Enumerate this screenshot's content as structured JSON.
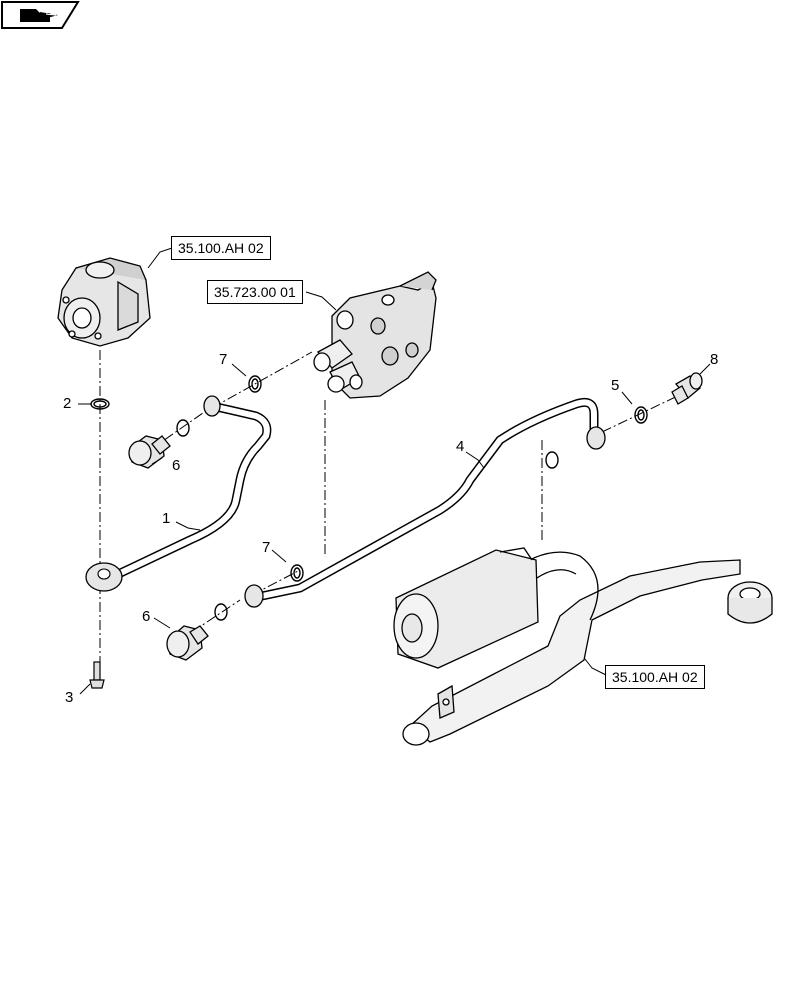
{
  "nav_tab_icon": "forward-arrow-folder-icon",
  "reference_labels": {
    "pump_ref": "35.100.AH 02",
    "valve_ref": "35.723.00 01",
    "filter_ref": "35.100.AH 02"
  },
  "callouts": {
    "c1": "1",
    "c2": "2",
    "c3": "3",
    "c4": "4",
    "c5": "5",
    "c6a": "6",
    "c6b": "6",
    "c7a": "7",
    "c7b": "7",
    "c8": "8"
  }
}
